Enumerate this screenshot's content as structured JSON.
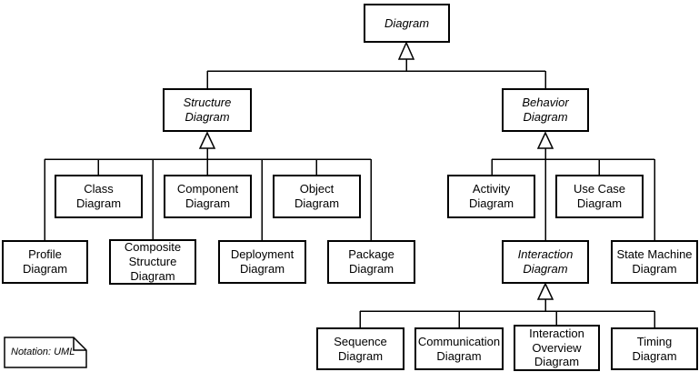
{
  "nodes": {
    "diagram": {
      "label": "Diagram",
      "abstract": true
    },
    "structure": {
      "label": "Structure\nDiagram",
      "abstract": true
    },
    "behavior": {
      "label": "Behavior\nDiagram",
      "abstract": true
    },
    "class": {
      "label": "Class\nDiagram",
      "abstract": false
    },
    "component": {
      "label": "Component\nDiagram",
      "abstract": false
    },
    "object": {
      "label": "Object\nDiagram",
      "abstract": false
    },
    "activity": {
      "label": "Activity\nDiagram",
      "abstract": false
    },
    "use_case": {
      "label": "Use Case\nDiagram",
      "abstract": false
    },
    "profile": {
      "label": "Profile\nDiagram",
      "abstract": false
    },
    "composite_structure": {
      "label": "Composite\nStructure\nDiagram",
      "abstract": false
    },
    "deployment": {
      "label": "Deployment\nDiagram",
      "abstract": false
    },
    "package": {
      "label": "Package\nDiagram",
      "abstract": false
    },
    "interaction": {
      "label": "Interaction\nDiagram",
      "abstract": true
    },
    "state_machine": {
      "label": "State Machine\nDiagram",
      "abstract": false
    },
    "sequence": {
      "label": "Sequence\nDiagram",
      "abstract": false
    },
    "communication": {
      "label": "Communication\nDiagram",
      "abstract": false
    },
    "interaction_overview": {
      "label": "Interaction\nOverview\nDiagram",
      "abstract": false
    },
    "timing": {
      "label": "Timing\nDiagram",
      "abstract": false
    }
  },
  "note": {
    "label": "Notation: UML"
  },
  "colors": {
    "line": "#000000",
    "background": "#ffffff",
    "box_fill": "#ffffff",
    "text": "#000000"
  }
}
